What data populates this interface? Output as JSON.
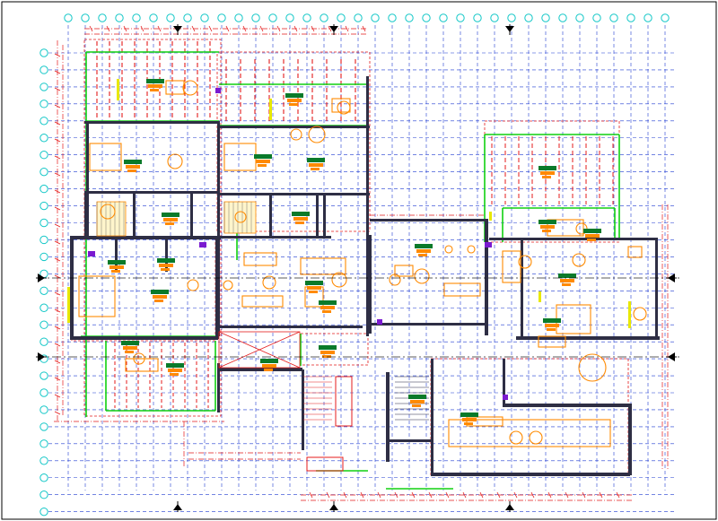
{
  "drawing": {
    "kind": "architectural floor plan",
    "grid": {
      "columns": 36,
      "rows": 28
    }
  },
  "section_marks": [
    {
      "id": "section-top-left"
    },
    {
      "id": "section-top-mid"
    },
    {
      "id": "section-top-right"
    },
    {
      "id": "section-bottom-left"
    },
    {
      "id": "section-bottom-mid"
    },
    {
      "id": "section-bottom-right"
    },
    {
      "id": "section-left-upper"
    },
    {
      "id": "section-left-lower"
    },
    {
      "id": "section-right-upper"
    },
    {
      "id": "section-right-lower"
    }
  ],
  "colors": {
    "background": "#ffffff",
    "frame": "#000000",
    "grid_line": "#1f3bd1",
    "grid_bubble": "#12c7c7",
    "wall": "#222244",
    "wall_fill": "#2e2e44",
    "dimension": "#e41b1b",
    "green_line": "#10d010",
    "furniture": "#ff8a00",
    "label_block": "#0a7a2a",
    "accent_yellow": "#e8e800",
    "accent_purple": "#7a1ad0"
  }
}
